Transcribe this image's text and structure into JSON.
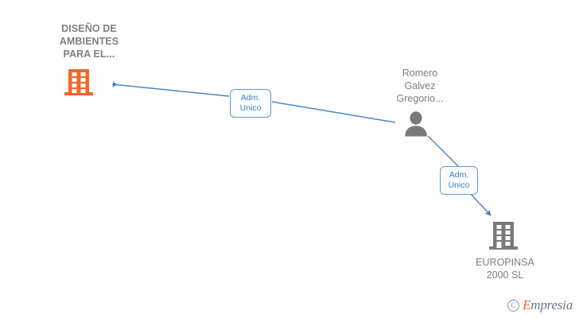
{
  "diagram": {
    "type": "corporate-relationship-graph",
    "background": "#ffffff",
    "edge_color": "#4a86c8",
    "nodes": [
      {
        "id": "company-left",
        "kind": "company",
        "icon": "building-icon",
        "icon_color": "#f4652a",
        "label": "DISEÑO DE\nAMBIENTES\nPARA EL...",
        "label_color": "#808080",
        "label_position": "above"
      },
      {
        "id": "person-center",
        "kind": "person",
        "icon": "person-icon",
        "icon_color": "#7a7a7a",
        "label": "Romero\nGalvez\nGregorio...",
        "label_color": "#7d7d7d",
        "label_position": "above"
      },
      {
        "id": "company-right",
        "kind": "company",
        "icon": "building-icon",
        "icon_color": "#7a7a7a",
        "label": "EUROPINSA\n2000 SL",
        "label_color": "#7d7d7d",
        "label_position": "below"
      }
    ],
    "edges": [
      {
        "id": "edge-person-to-company-left",
        "from": "person-center",
        "to": "company-left",
        "badge": "Adm.\nUnico",
        "badge_border": "#5b9bd5",
        "badge_text_color": "#3f7fc1"
      },
      {
        "id": "edge-person-to-company-right",
        "from": "person-center",
        "to": "company-right",
        "badge": "Adm.\nUnico",
        "badge_border": "#5b9bd5",
        "badge_text_color": "#3f7fc1"
      }
    ]
  },
  "watermark": {
    "copyright_symbol": "C",
    "brand_initial": "E",
    "brand_rest": "mpresia",
    "initial_color": "#f26522",
    "rest_color": "#64798c"
  }
}
